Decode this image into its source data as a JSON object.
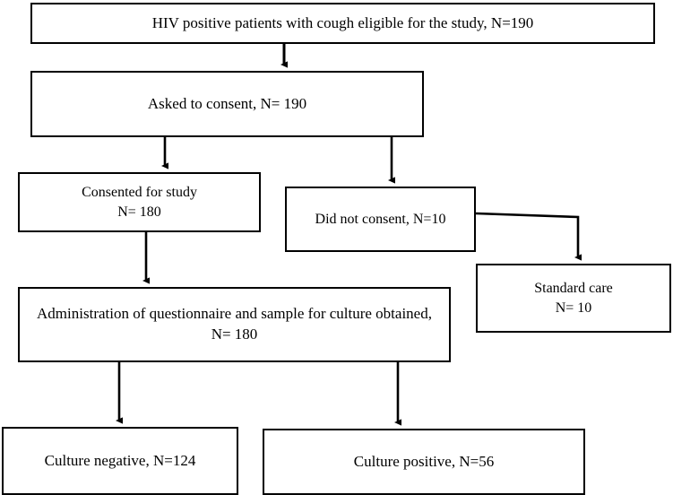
{
  "diagram": {
    "title": "HIV study participant flow",
    "stroke_color": "#000000",
    "background_color": "#ffffff",
    "nodes": [
      {
        "id": "eligible",
        "label": "HIV positive patients with cough eligible for the study, N=190"
      },
      {
        "id": "asked",
        "label": "Asked to consent, N= 190"
      },
      {
        "id": "consented",
        "label": "Consented for study\nN= 180"
      },
      {
        "id": "notconsent",
        "label": "Did not consent, N=10"
      },
      {
        "id": "standard",
        "label": "Standard care\nN= 10"
      },
      {
        "id": "admin",
        "label": "Administration of questionnaire and sample for culture obtained, N= 180"
      },
      {
        "id": "culneg",
        "label": "Culture negative, N=124"
      },
      {
        "id": "culpos",
        "label": "Culture positive, N=56"
      }
    ],
    "edges": [
      {
        "from": "eligible",
        "to": "asked",
        "kind": "straight-down"
      },
      {
        "from": "asked",
        "to": "consented",
        "kind": "straight-down"
      },
      {
        "from": "asked",
        "to": "notconsent",
        "kind": "straight-down"
      },
      {
        "from": "consented",
        "to": "admin",
        "kind": "straight-down"
      },
      {
        "from": "notconsent",
        "to": "standard",
        "kind": "elbow-right-down"
      },
      {
        "from": "admin",
        "to": "culneg",
        "kind": "straight-down"
      },
      {
        "from": "admin",
        "to": "culpos",
        "kind": "straight-down"
      }
    ]
  }
}
